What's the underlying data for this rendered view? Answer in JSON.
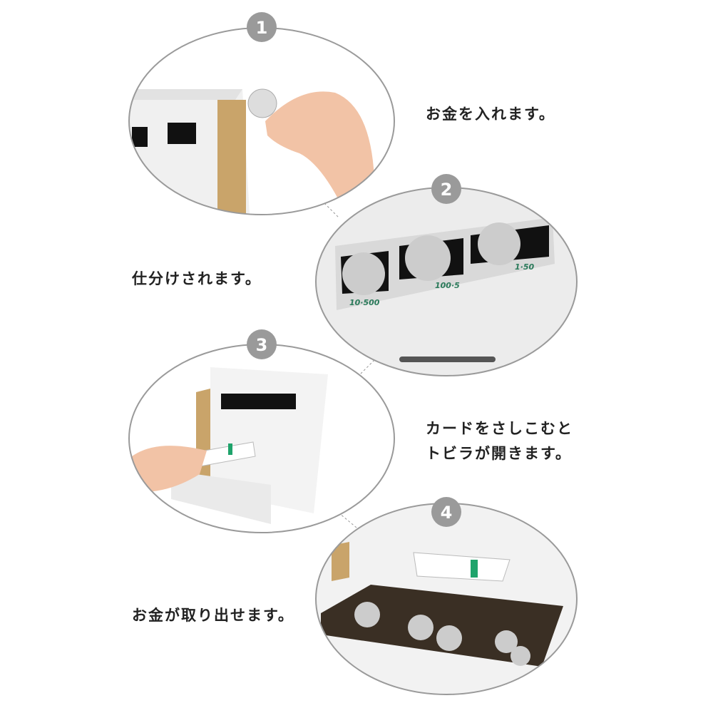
{
  "steps": [
    {
      "number": "1",
      "caption": [
        "お金を入れます。"
      ]
    },
    {
      "number": "2",
      "caption": [
        "仕分けされます。"
      ],
      "slot_labels": [
        "10·500",
        "100·5",
        "1·50"
      ]
    },
    {
      "number": "3",
      "caption": [
        "カードをさしこむと",
        "トビラが開きます。"
      ]
    },
    {
      "number": "4",
      "caption": [
        "お金が取り出せます。"
      ]
    }
  ],
  "colors": {
    "badge": "#9a9a9a",
    "ellipse_stroke": "#9a9a9a",
    "label_green": "#2a7a5a",
    "card_green": "#1fa36b"
  }
}
